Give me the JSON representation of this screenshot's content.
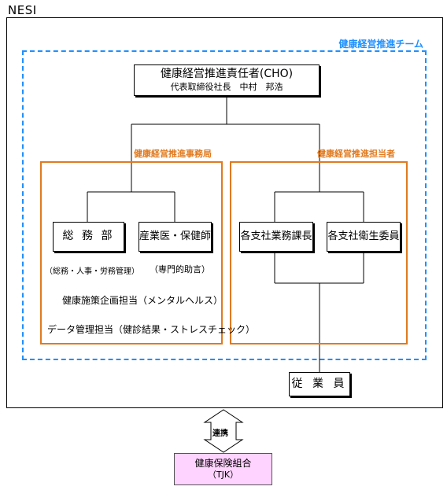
{
  "org": {
    "title": "NESI"
  },
  "team": {
    "label": "健康経営推進チーム"
  },
  "cho": {
    "title": "健康経営推進責任者(CHO)",
    "name": "代表取締役社長　中村　邦浩"
  },
  "office": {
    "label": "健康経営推進事務局",
    "units": [
      {
        "label": "総 務 部",
        "note": "（総務・人事・労務管理）"
      },
      {
        "label": "産業医・保健師",
        "note": "（専門的助言）"
      }
    ],
    "duties": [
      "健康施策企画担当（メンタルヘルス）",
      "データ管理担当（健診結果・ストレスチェック）"
    ]
  },
  "person": {
    "label": "健康経営推進担当者",
    "units": [
      {
        "label": "各支社業務課長"
      },
      {
        "label": "各支社衛生委員"
      }
    ]
  },
  "employee": {
    "label": "従 業 員"
  },
  "link": {
    "label": "連携"
  },
  "tjk": {
    "label": "健康保険組合",
    "sub": "（TJK）"
  },
  "colors": {
    "team": "#1e90ff",
    "office": "#e07a1f",
    "tjk": "#ffd3ff"
  }
}
